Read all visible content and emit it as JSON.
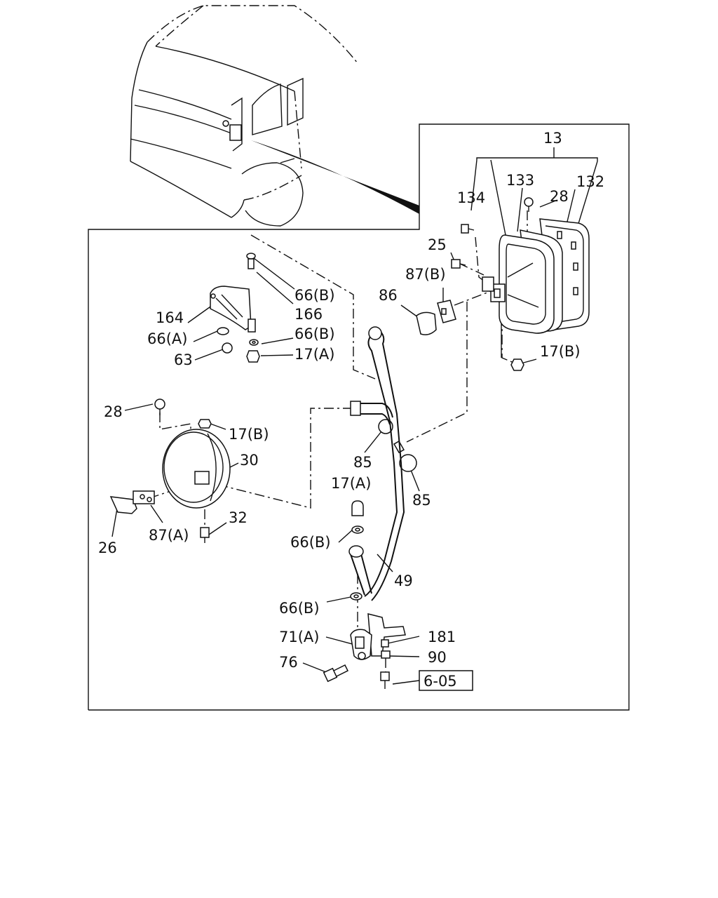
{
  "labels": {
    "l13": "13",
    "l133": "133",
    "l132": "132",
    "l134": "134",
    "l28a": "28",
    "l25": "25",
    "l87b": "87(B)",
    "l86": "86",
    "l17b_a": "17(B)",
    "l66b_1": "66(B)",
    "l166": "166",
    "l164": "164",
    "l66a": "66(A)",
    "l66b_2": "66(B)",
    "l63": "63",
    "l17a_1": "17(A)",
    "l28b": "28",
    "l17b_b": "17(B)",
    "l30": "30",
    "l85a": "85",
    "l85b": "85",
    "l17a_2": "17(A)",
    "l32": "32",
    "l87a": "87(A)",
    "l26": "26",
    "l66b_3": "66(B)",
    "l49": "49",
    "l66b_4": "66(B)",
    "l71a": "71(A)",
    "l181": "181",
    "l90": "90",
    "l76": "76",
    "ref": "6-05"
  }
}
